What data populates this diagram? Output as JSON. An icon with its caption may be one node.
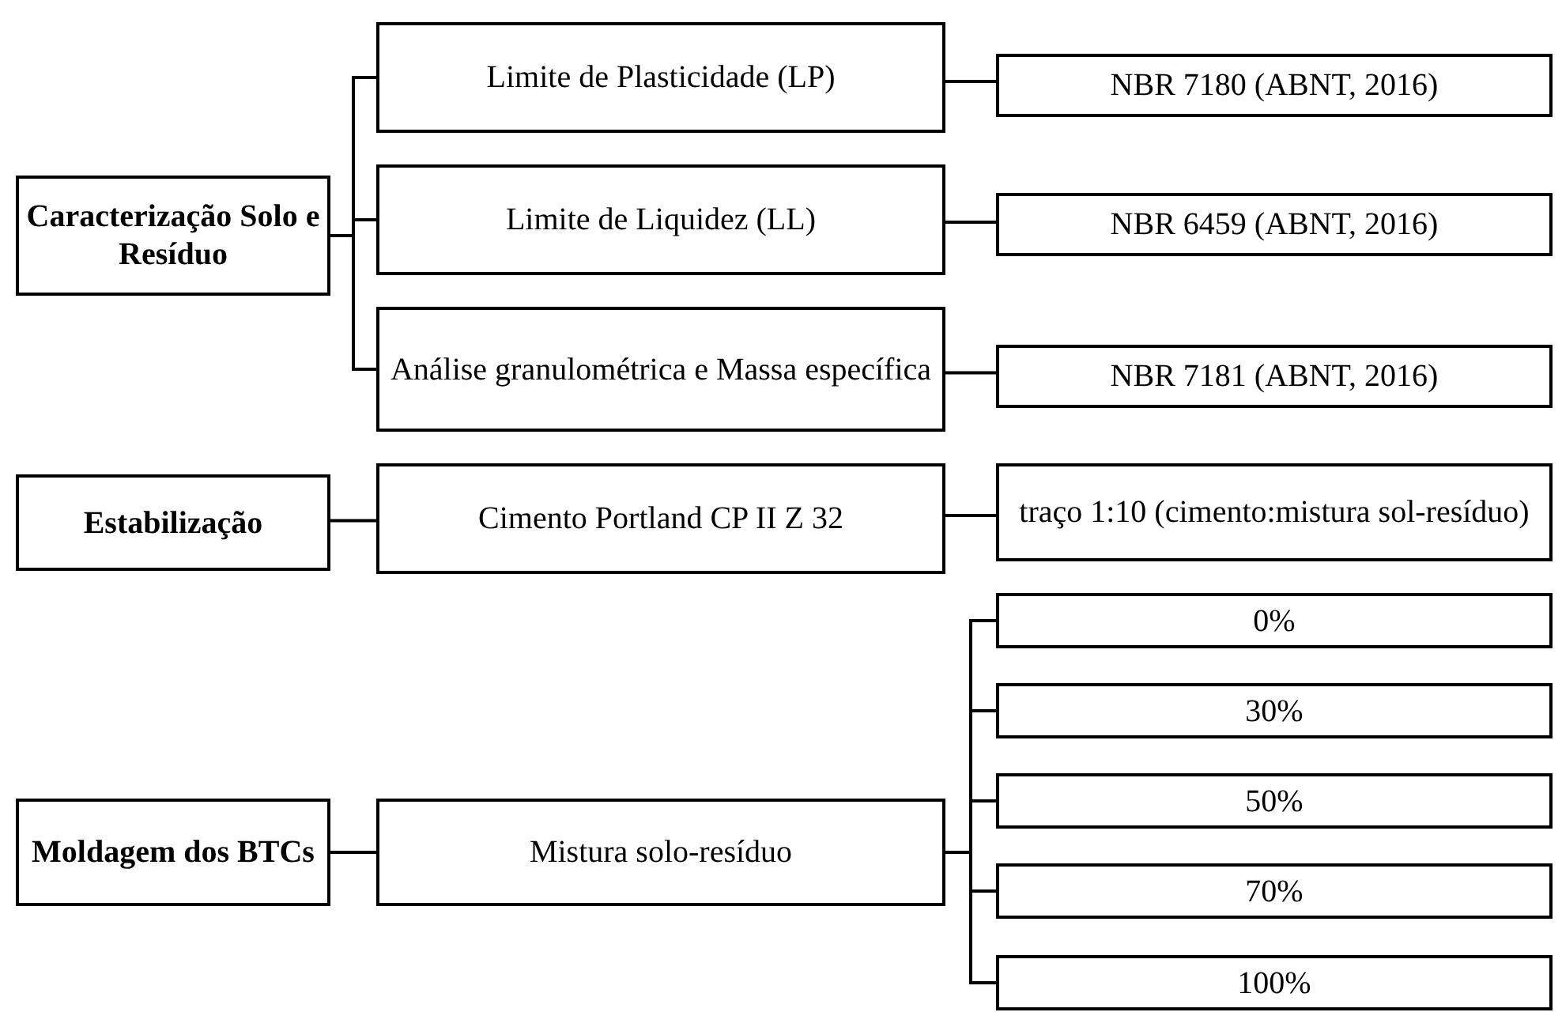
{
  "diagram": {
    "nodes": [
      {
        "text": [
          "Caracterização Solo e Resíduo"
        ]
      },
      {
        "text": [
          "Limite de Plasticidade (LP)"
        ]
      },
      {
        "text": [
          "Limite de Liquidez (LL)"
        ]
      },
      {
        "text": [
          "Análise granulométrica e Massa específica"
        ]
      },
      {
        "text": [
          "NBR 7180 (ABNT, 2016)"
        ]
      },
      {
        "text": [
          "NBR 6459 (ABNT, 2016)"
        ]
      },
      {
        "text": [
          "NBR 7181 (ABNT, 2016)"
        ]
      },
      {
        "text": [
          "Estabilização"
        ]
      },
      {
        "text": [
          "Cimento Portland CP II Z 32"
        ]
      },
      {
        "text": [
          "traço 1:10 (cimento:mistura sol-resíduo)"
        ]
      },
      {
        "text": [
          "Moldagem dos BTCs"
        ]
      },
      {
        "text": [
          "Mistura solo-resíduo"
        ]
      },
      {
        "text": [
          "0%"
        ]
      },
      {
        "text": [
          "30%"
        ]
      },
      {
        "text": [
          "50%"
        ]
      },
      {
        "text": [
          "70%"
        ]
      },
      {
        "text": [
          "100%"
        ]
      }
    ],
    "edges": [
      {
        "from": 0,
        "to": 1,
        "arrow": "none"
      },
      {
        "from": 0,
        "to": 2,
        "arrow": "none"
      },
      {
        "from": 0,
        "to": 3,
        "arrow": "none"
      },
      {
        "from": 1,
        "to": 4,
        "arrow": "none"
      },
      {
        "from": 2,
        "to": 5,
        "arrow": "none"
      },
      {
        "from": 3,
        "to": 6,
        "arrow": "none"
      },
      {
        "from": 7,
        "to": 8,
        "arrow": "none"
      },
      {
        "from": 8,
        "to": 9,
        "arrow": "none"
      },
      {
        "from": 10,
        "to": 11,
        "arrow": "none"
      },
      {
        "from": 11,
        "to": 12,
        "arrow": "none"
      },
      {
        "from": 11,
        "to": 13,
        "arrow": "none"
      },
      {
        "from": 11,
        "to": 14,
        "arrow": "none"
      },
      {
        "from": 11,
        "to": 15,
        "arrow": "none"
      },
      {
        "from": 11,
        "to": 16,
        "arrow": "none"
      }
    ]
  }
}
